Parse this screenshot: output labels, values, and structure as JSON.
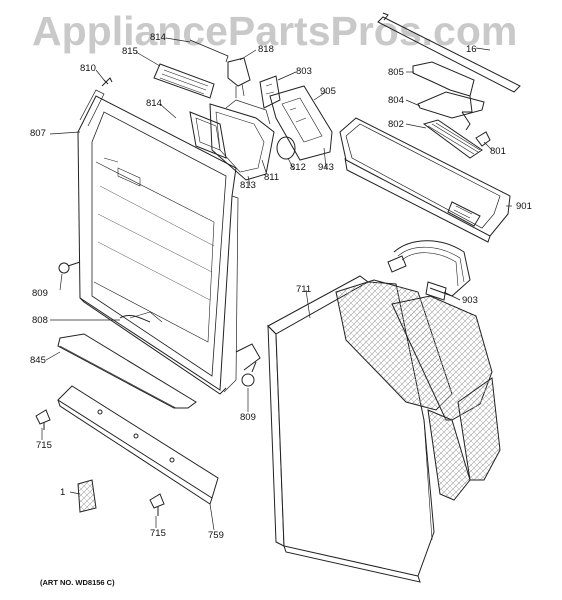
{
  "watermark": "AppliancePartsPros.com",
  "art_number": "(ART NO. WD8156 C)",
  "labels": {
    "l814a": "814",
    "l815": "815",
    "l818": "818",
    "l810": "810",
    "l803": "803",
    "l805": "805",
    "l905": "905",
    "l814b": "814",
    "l804": "804",
    "l807": "807",
    "l802": "802",
    "l801": "801",
    "l811": "811",
    "l812": "812",
    "l943": "943",
    "l813": "813",
    "l901": "901",
    "l809a": "809",
    "l711": "711",
    "l903": "903",
    "l808": "808",
    "l845": "845",
    "l809b": "809",
    "l715a": "715",
    "l1": "1",
    "l715b": "715",
    "l759": "759",
    "l16": "16"
  },
  "colors": {
    "line": "#222222",
    "watermark": "#c9c9c9",
    "hatch": "#888888"
  }
}
